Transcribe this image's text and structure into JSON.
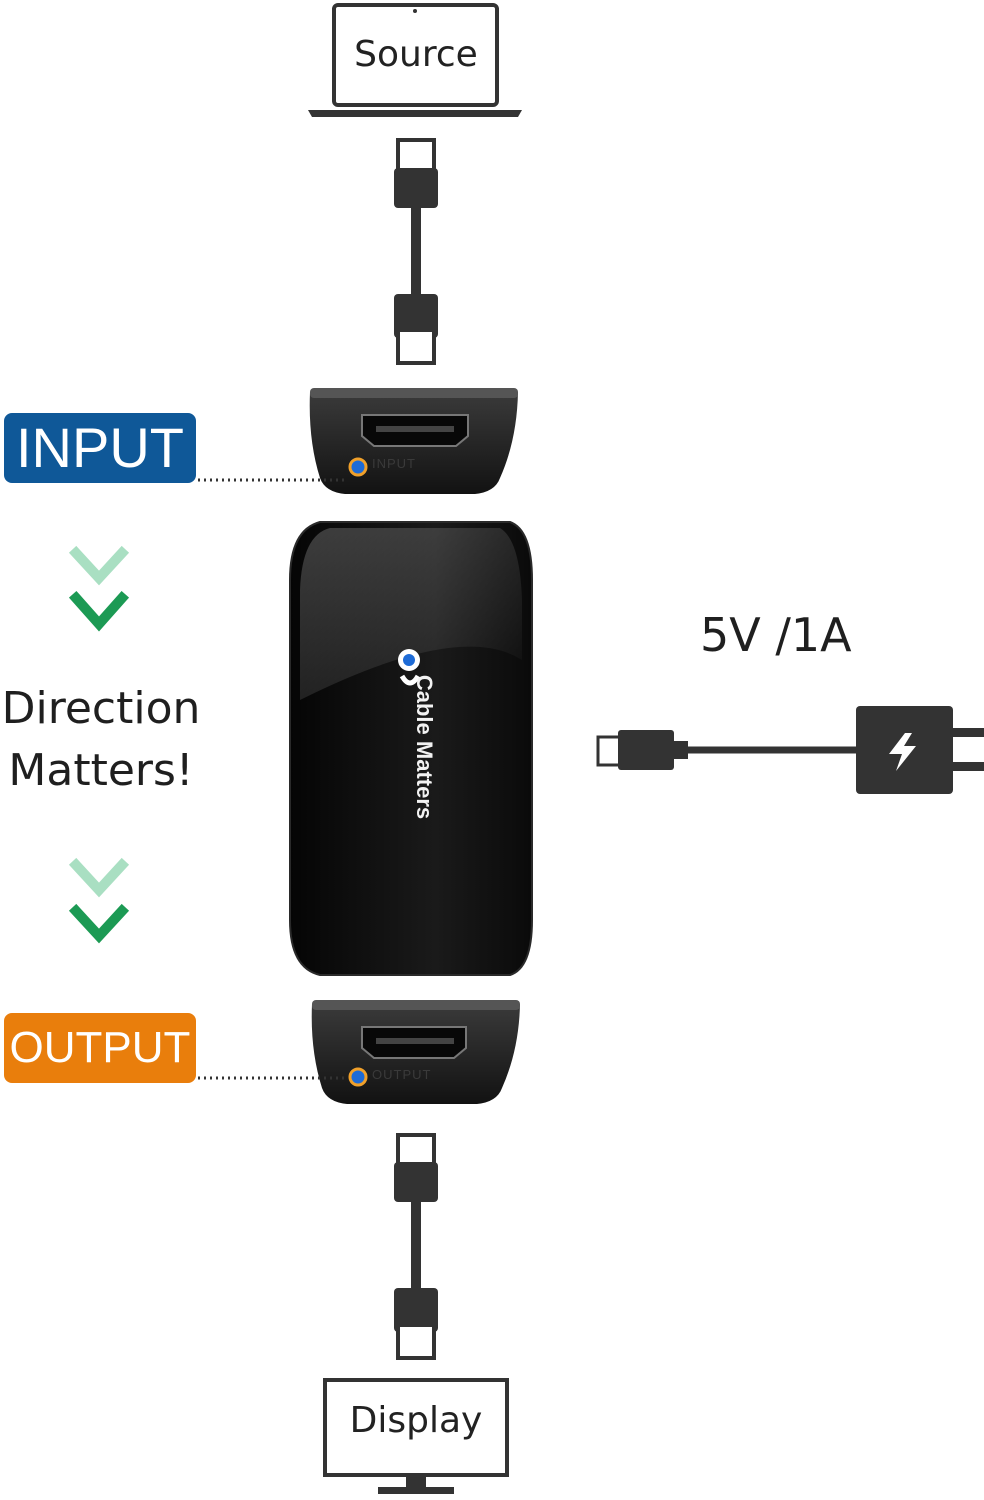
{
  "labels": {
    "source": "Source",
    "display": "Display",
    "input": "INPUT",
    "output": "OUTPUT",
    "direction": "Direction Matters!",
    "power": "5V /1A",
    "brand": "Cable Matters",
    "input_port": "INPUT",
    "output_port": "OUTPUT"
  },
  "colors": {
    "input_badge": "#0f5898",
    "output_badge": "#e97e0c",
    "arrow_light": "#a9dfc2",
    "arrow_dark": "#1c9a54",
    "device_body": "#111111"
  },
  "icons": {
    "source": "laptop-icon",
    "display": "monitor-icon",
    "power": "power-adapter-icon",
    "cable": "hdmi-cable-icon"
  }
}
